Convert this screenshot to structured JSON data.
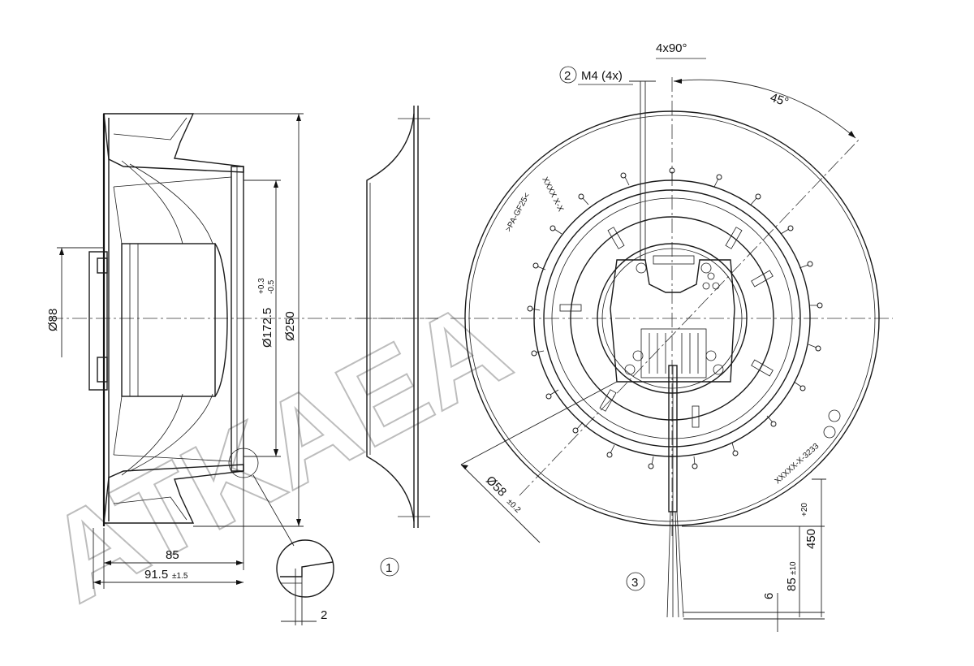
{
  "dimensions": {
    "d88": "Ø88",
    "d172": "Ø172.5",
    "d172_tol_upper": "+0.3",
    "d172_tol_lower": "-0.5",
    "d250": "Ø250",
    "w85": "85",
    "w91": "91.5",
    "w91_tol": "±1.5",
    "detail_2": "2",
    "angle_4x90": "4x90°",
    "angle_45": "45°",
    "d58": "Ø58",
    "d58_tol": "±0.2",
    "cable_450": "450",
    "cable_450_tol": "+20",
    "cable_85": "85",
    "cable_85_tol": "±10",
    "cable_6": "6"
  },
  "callouts": {
    "c1": "1",
    "c2": "2",
    "c3": "3",
    "thread": "M4 (4x)"
  },
  "nameplate": {
    "part_code_top": "XXXX X-X",
    "part_code_bottom": "XXXXX-X-3233",
    "material_mark": ">PA-GF25<"
  },
  "watermark": "ATKAEA"
}
